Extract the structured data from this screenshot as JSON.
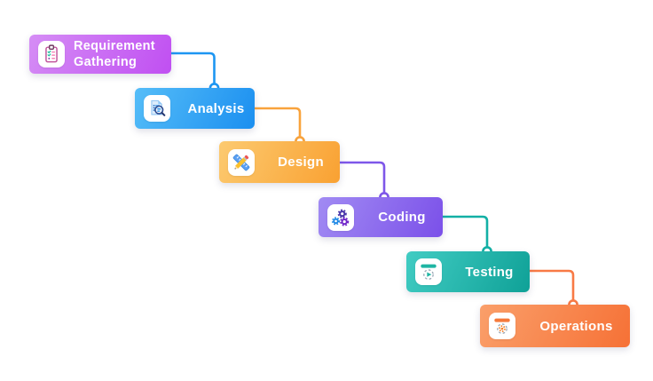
{
  "diagram": {
    "type": "waterfall-process-flow",
    "background_color": "#ffffff",
    "nodes": [
      {
        "id": "requirement-gathering",
        "label": "Requirement Gathering",
        "label_lines": [
          "Requirement",
          "Gathering"
        ],
        "icon": "clipboard-checklist-icon",
        "gradient": [
          "#d58df5",
          "#c04ff2"
        ]
      },
      {
        "id": "analysis",
        "label": "Analysis",
        "icon": "document-magnifier-icon",
        "gradient": [
          "#55bdf8",
          "#1b8ff0"
        ]
      },
      {
        "id": "design",
        "label": "Design",
        "icon": "ruler-pencil-icon",
        "gradient": [
          "#fcca70",
          "#f9a132"
        ]
      },
      {
        "id": "coding",
        "label": "Coding",
        "icon": "gears-icon",
        "gradient": [
          "#a18bf3",
          "#7b50e9"
        ]
      },
      {
        "id": "testing",
        "label": "Testing",
        "icon": "test-run-window-icon",
        "gradient": [
          "#41ccc3",
          "#0fa197"
        ]
      },
      {
        "id": "operations",
        "label": "Operations",
        "icon": "operations-gear-window-icon",
        "gradient": [
          "#fa9f6a",
          "#f67136"
        ]
      }
    ],
    "connectors": [
      {
        "from": "Requirement Gathering",
        "to": "Analysis",
        "color": "#1d96f2"
      },
      {
        "from": "Analysis",
        "to": "Design",
        "color": "#f9a33c"
      },
      {
        "from": "Design",
        "to": "Coding",
        "color": "#7e57e9"
      },
      {
        "from": "Coding",
        "to": "Testing",
        "color": "#13b0a5"
      },
      {
        "from": "Testing",
        "to": "Operations",
        "color": "#f87a45"
      }
    ]
  }
}
